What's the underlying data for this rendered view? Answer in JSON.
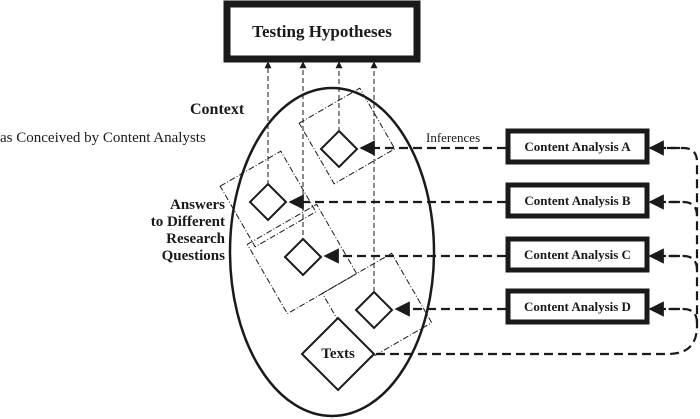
{
  "diagram": {
    "title": "Testing Hypotheses",
    "context": {
      "heading": "Context",
      "subheading": "as Conceived by Content Analysts"
    },
    "answers_label": [
      "Answers",
      "to Different",
      "Research",
      "Questions"
    ],
    "inferences_label": "Inferences",
    "texts_label": "Texts",
    "analyses": [
      "Content Analysis A",
      "Content Analysis B",
      "Content Analysis C",
      "Content Analysis D"
    ],
    "colors": {
      "ink": "#1a1a1a",
      "background": "#ffffff"
    }
  }
}
